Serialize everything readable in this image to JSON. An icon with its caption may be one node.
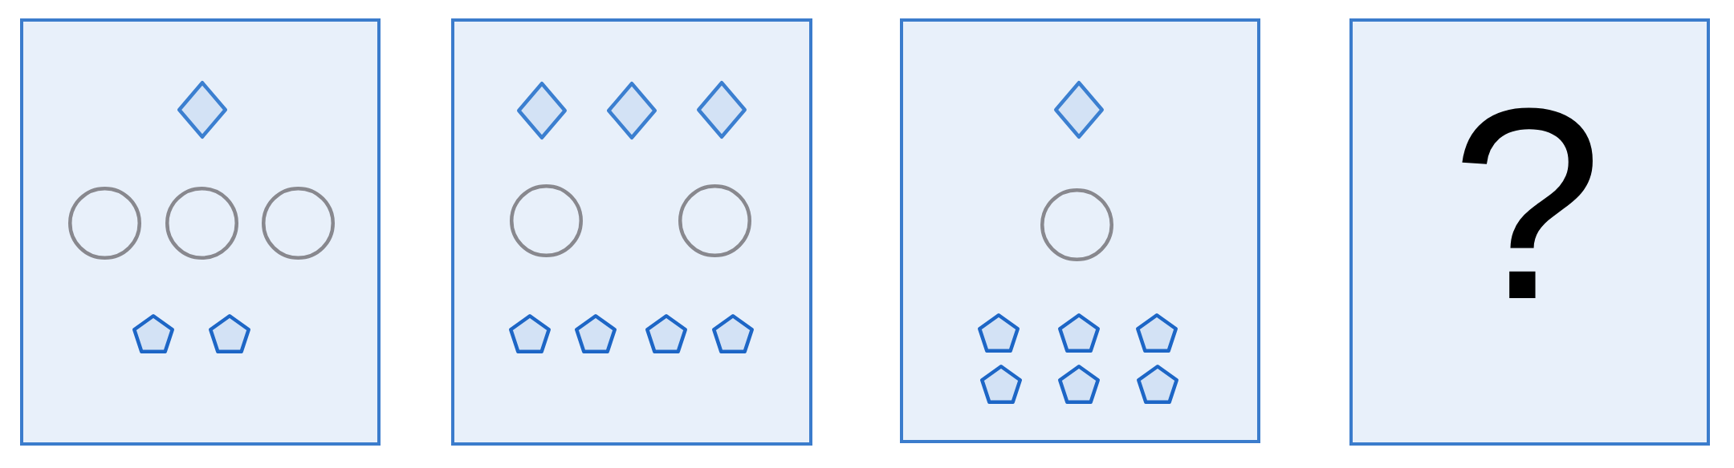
{
  "diagram": {
    "nodes": [
      {
        "text": [],
        "shape": "box"
      },
      {
        "text": [],
        "shape": "diamond",
        "in": 0
      },
      {
        "text": [],
        "shape": "circle",
        "in": 0
      },
      {
        "text": [],
        "shape": "circle",
        "in": 0
      },
      {
        "text": [],
        "shape": "circle",
        "in": 0
      },
      {
        "text": [],
        "shape": "pentagon",
        "in": 0
      },
      {
        "text": [],
        "shape": "pentagon",
        "in": 0
      },
      {
        "text": [],
        "shape": "box"
      },
      {
        "text": [],
        "shape": "diamond",
        "in": 7
      },
      {
        "text": [],
        "shape": "diamond",
        "in": 7
      },
      {
        "text": [],
        "shape": "diamond",
        "in": 7
      },
      {
        "text": [],
        "shape": "circle",
        "in": 7
      },
      {
        "text": [],
        "shape": "circle",
        "in": 7
      },
      {
        "text": [],
        "shape": "pentagon",
        "in": 7
      },
      {
        "text": [],
        "shape": "pentagon",
        "in": 7
      },
      {
        "text": [],
        "shape": "pentagon",
        "in": 7
      },
      {
        "text": [],
        "shape": "pentagon",
        "in": 7
      },
      {
        "text": [],
        "shape": "box"
      },
      {
        "text": [],
        "shape": "diamond",
        "in": 17
      },
      {
        "text": [],
        "shape": "circle",
        "in": 17
      },
      {
        "text": [],
        "shape": "pentagon",
        "in": 17
      },
      {
        "text": [],
        "shape": "pentagon",
        "in": 17
      },
      {
        "text": [],
        "shape": "pentagon",
        "in": 17
      },
      {
        "text": [],
        "shape": "pentagon",
        "in": 17
      },
      {
        "text": [],
        "shape": "pentagon",
        "in": 17
      },
      {
        "text": [],
        "shape": "pentagon",
        "in": 17
      },
      {
        "text": [
          "?"
        ]
      }
    ]
  }
}
